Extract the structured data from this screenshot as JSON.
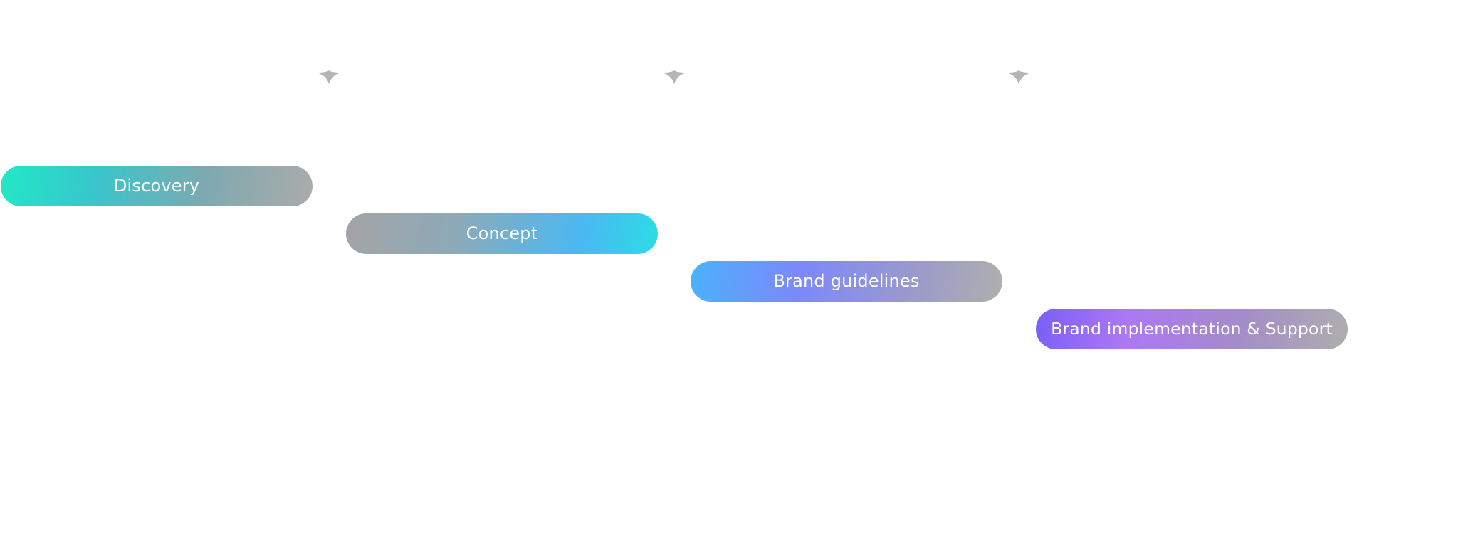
{
  "colors": {
    "marker": "#b5b5b5",
    "text": "#ffffff"
  },
  "markers": [
    {
      "icon": "arrow-tick-icon"
    },
    {
      "icon": "arrow-tick-icon"
    },
    {
      "icon": "arrow-tick-icon"
    }
  ],
  "phases": [
    {
      "label": "Discovery"
    },
    {
      "label": "Concept"
    },
    {
      "label": "Brand guidelines"
    },
    {
      "label": "Brand implementation & Support"
    }
  ]
}
